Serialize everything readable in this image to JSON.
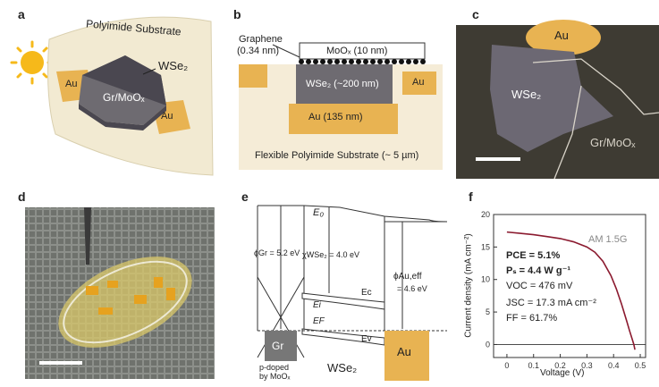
{
  "panels": {
    "a": {
      "label": "a",
      "substrate": "Polyimide Substrate",
      "au_left": "Au",
      "au_right": "Au",
      "material": "WSe₂",
      "electrode": "Gr/MoOₓ"
    },
    "b": {
      "label": "b",
      "graphene": "Graphene",
      "graphene_thickness": "(0.34 nm)",
      "moox": "MoOₓ (10 nm)",
      "wse2": "WSe₂ (~200 nm)",
      "au_right": "Au",
      "au_bottom": "Au (135 nm)",
      "substrate": "Flexible Polyimide Substrate (~ 5 µm)"
    },
    "c": {
      "label": "c",
      "au": "Au",
      "wse2": "WSe₂",
      "grmoox": "Gr/MoOₓ"
    },
    "d": {
      "label": "d"
    },
    "e": {
      "label": "e",
      "e0": "E₀",
      "phi_gr": "ϕGr = 5.2 eV",
      "chi_wse2": "χWSe₂ = 4.0 eV",
      "phi_au": "ϕAu,eff",
      "phi_au_val": "= 4.6 eV",
      "ec": "Ec",
      "ei": "Ei",
      "ef": "EF",
      "ev": "Ev",
      "gr": "Gr",
      "pdoped1": "p-doped",
      "pdoped2": "by MoOₓ",
      "wse2": "WSe₂",
      "au": "Au"
    },
    "f": {
      "label": "f",
      "am": "AM 1.5G",
      "pce": "PCE = 5.1%",
      "ps": "Pₛ = 4.4 W g⁻¹",
      "voc": "VOC = 476 mV",
      "jsc": "JSC = 17.3 mA cm⁻²",
      "ff": "FF = 61.7%",
      "ylabel": "Current density (mA cm⁻²)",
      "xlabel": "Voltage (V)"
    }
  },
  "chart_data": {
    "type": "line",
    "title": "",
    "xlabel": "Voltage (V)",
    "ylabel": "Current density (mA cm⁻²)",
    "xlim": [
      -0.05,
      0.52
    ],
    "ylim": [
      -2,
      20
    ],
    "xticks": [
      "0",
      "0.1",
      "0.2",
      "0.3",
      "0.4",
      "0.5"
    ],
    "yticks": [
      "0",
      "5",
      "10",
      "15",
      "20"
    ],
    "series": [
      {
        "x": [
          0,
          0.05,
          0.1,
          0.15,
          0.2,
          0.25,
          0.3,
          0.33,
          0.36,
          0.39,
          0.41,
          0.43,
          0.45,
          0.46,
          0.47,
          0.476,
          0.48
        ],
        "values": [
          17.3,
          17.1,
          16.9,
          16.6,
          16.3,
          15.8,
          15.0,
          14.2,
          12.8,
          10.6,
          8.6,
          6.2,
          3.5,
          2.1,
          0.8,
          0.0,
          -0.8
        ]
      }
    ],
    "grid": false,
    "zero_line": true
  }
}
